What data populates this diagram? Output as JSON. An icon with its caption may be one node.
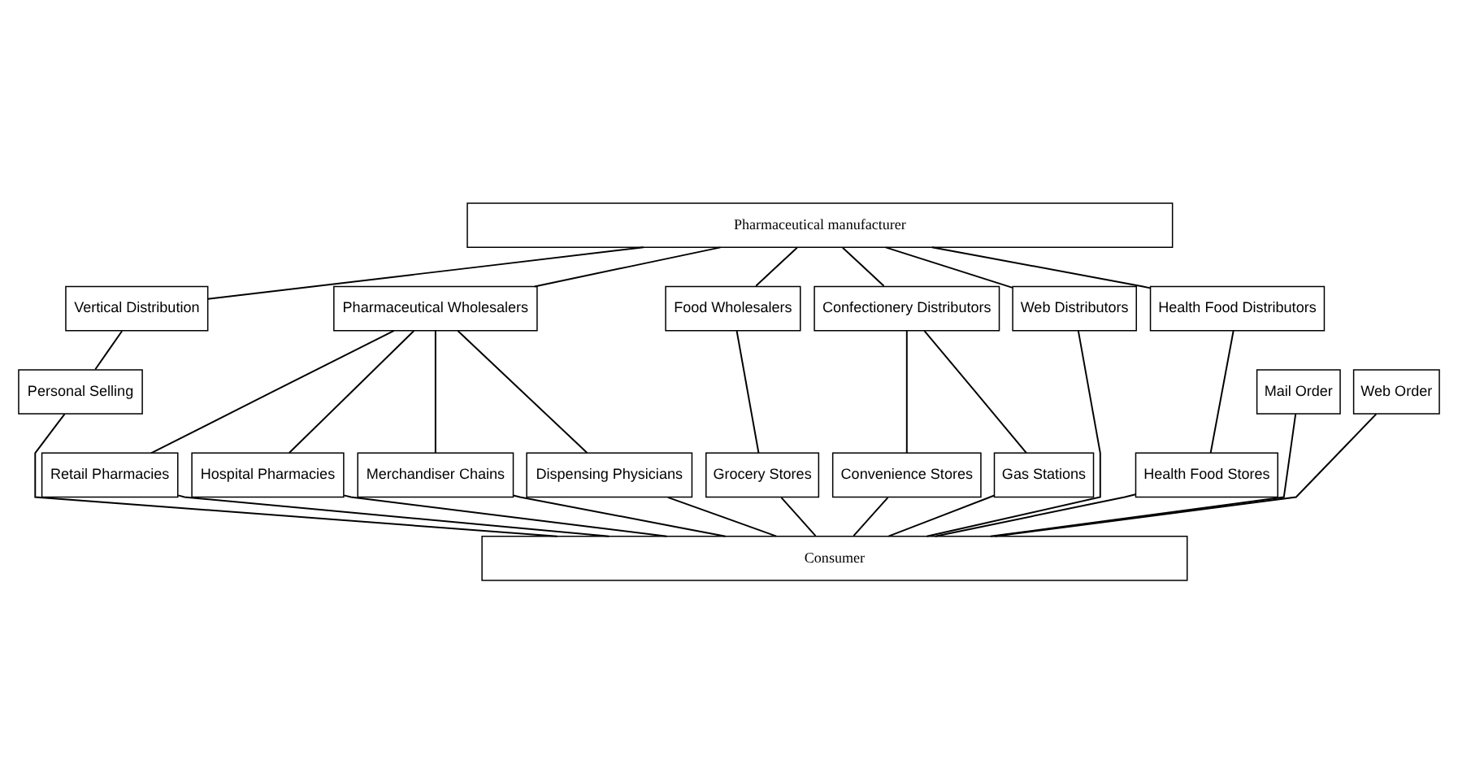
{
  "diagram": {
    "nodes": [
      {
        "text": [
          "Pharmaceutical manufacturer"
        ]
      },
      {
        "text": [
          "Vertical Distribution"
        ]
      },
      {
        "text": [
          "Pharmaceutical Wholesalers"
        ]
      },
      {
        "text": [
          "Food Wholesalers"
        ]
      },
      {
        "text": [
          "Confectionery Distributors"
        ]
      },
      {
        "text": [
          "Web Distributors"
        ]
      },
      {
        "text": [
          "Health Food Distributors"
        ]
      },
      {
        "text": [
          "Personal Selling"
        ]
      },
      {
        "text": [
          "Mail Order"
        ]
      },
      {
        "text": [
          "Web Order"
        ]
      },
      {
        "text": [
          "Retail Pharmacies"
        ]
      },
      {
        "text": [
          "Hospital Pharmacies"
        ]
      },
      {
        "text": [
          "Merchandiser Chains"
        ]
      },
      {
        "text": [
          "Dispensing Physicians"
        ]
      },
      {
        "text": [
          "Grocery Stores"
        ]
      },
      {
        "text": [
          "Convenience Stores"
        ]
      },
      {
        "text": [
          "Gas Stations"
        ]
      },
      {
        "text": [
          "Health Food Stores"
        ]
      },
      {
        "text": [
          "Consumer"
        ]
      }
    ],
    "edges": [
      {
        "from": 0,
        "to": 1,
        "arrow": "none"
      },
      {
        "from": 0,
        "to": 2,
        "arrow": "none"
      },
      {
        "from": 0,
        "to": 3,
        "arrow": "none"
      },
      {
        "from": 0,
        "to": 4,
        "arrow": "none"
      },
      {
        "from": 0,
        "to": 5,
        "arrow": "none"
      },
      {
        "from": 0,
        "to": 6,
        "arrow": "none"
      },
      {
        "from": 1,
        "to": 7,
        "arrow": "none"
      },
      {
        "from": 2,
        "to": 10,
        "arrow": "none"
      },
      {
        "from": 2,
        "to": 11,
        "arrow": "none"
      },
      {
        "from": 2,
        "to": 12,
        "arrow": "none"
      },
      {
        "from": 2,
        "to": 13,
        "arrow": "none"
      },
      {
        "from": 3,
        "to": 14,
        "arrow": "none"
      },
      {
        "from": 4,
        "to": 15,
        "arrow": "none"
      },
      {
        "from": 4,
        "to": 16,
        "arrow": "none"
      },
      {
        "from": 6,
        "to": 17,
        "arrow": "none"
      },
      {
        "from": 7,
        "to": 18,
        "arrow": "none"
      },
      {
        "from": 8,
        "to": 18,
        "arrow": "none"
      },
      {
        "from": 9,
        "to": 18,
        "arrow": "none"
      },
      {
        "from": 5,
        "to": 18,
        "arrow": "none"
      },
      {
        "from": 10,
        "to": 18,
        "arrow": "none"
      },
      {
        "from": 11,
        "to": 18,
        "arrow": "none"
      },
      {
        "from": 12,
        "to": 18,
        "arrow": "none"
      },
      {
        "from": 13,
        "to": 18,
        "arrow": "none"
      },
      {
        "from": 14,
        "to": 18,
        "arrow": "none"
      },
      {
        "from": 15,
        "to": 18,
        "arrow": "none"
      },
      {
        "from": 16,
        "to": 18,
        "arrow": "none"
      },
      {
        "from": 17,
        "to": 18,
        "arrow": "none"
      }
    ]
  }
}
